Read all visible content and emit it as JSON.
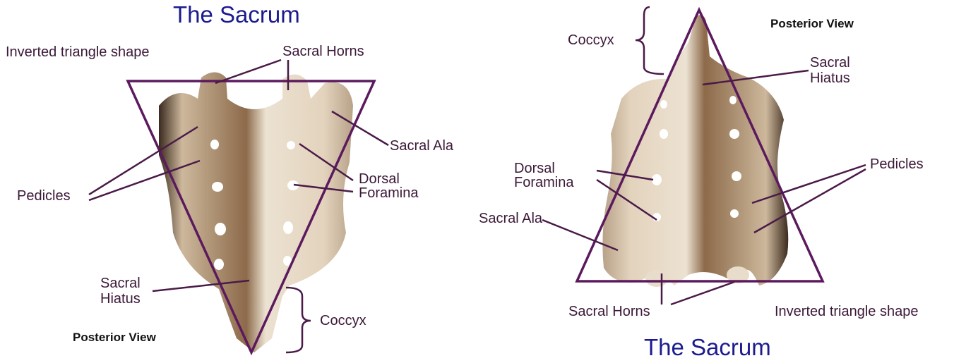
{
  "colors": {
    "triangle": "#5c1a5e",
    "title": "#1b1b8f",
    "label": "#3b1838",
    "bone": "#e6d9c4"
  },
  "left_panel": {
    "title": "The Sacrum",
    "view": "Posterior View",
    "labels": {
      "triangle": "Inverted triangle shape",
      "sacral_horns": "Sacral Horns",
      "sacral_ala": "Sacral Ala",
      "dorsal_foramina_1": "Dorsal",
      "dorsal_foramina_2": "Foramina",
      "pedicles": "Pedicles",
      "sacral_hiatus_1": "Sacral",
      "sacral_hiatus_2": "Hiatus",
      "coccyx": "Coccyx"
    }
  },
  "right_panel": {
    "title": "The Sacrum",
    "view": "Posterior View",
    "labels": {
      "coccyx": "Coccyx",
      "sacral_hiatus_1": "Sacral",
      "sacral_hiatus_2": "Hiatus",
      "dorsal_foramina_1": "Dorsal",
      "dorsal_foramina_2": "Foramina",
      "pedicles": "Pedicles",
      "sacral_ala": "Sacral Ala",
      "sacral_horns": "Sacral Horns",
      "triangle": "Inverted triangle shape"
    }
  }
}
